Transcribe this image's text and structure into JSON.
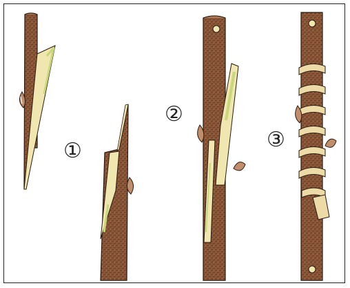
{
  "figure": {
    "steps": [
      {
        "label": "①"
      },
      {
        "label": "②"
      },
      {
        "label": "③"
      }
    ]
  },
  "colors": {
    "bark": "#8a5638",
    "bark_dark": "#5c3520",
    "wood_cut": "#efe6b0",
    "cambium": "#c8d77a",
    "bud": "#c08e6a",
    "tape": "#ecdba6",
    "outline": "#2a1a10"
  }
}
